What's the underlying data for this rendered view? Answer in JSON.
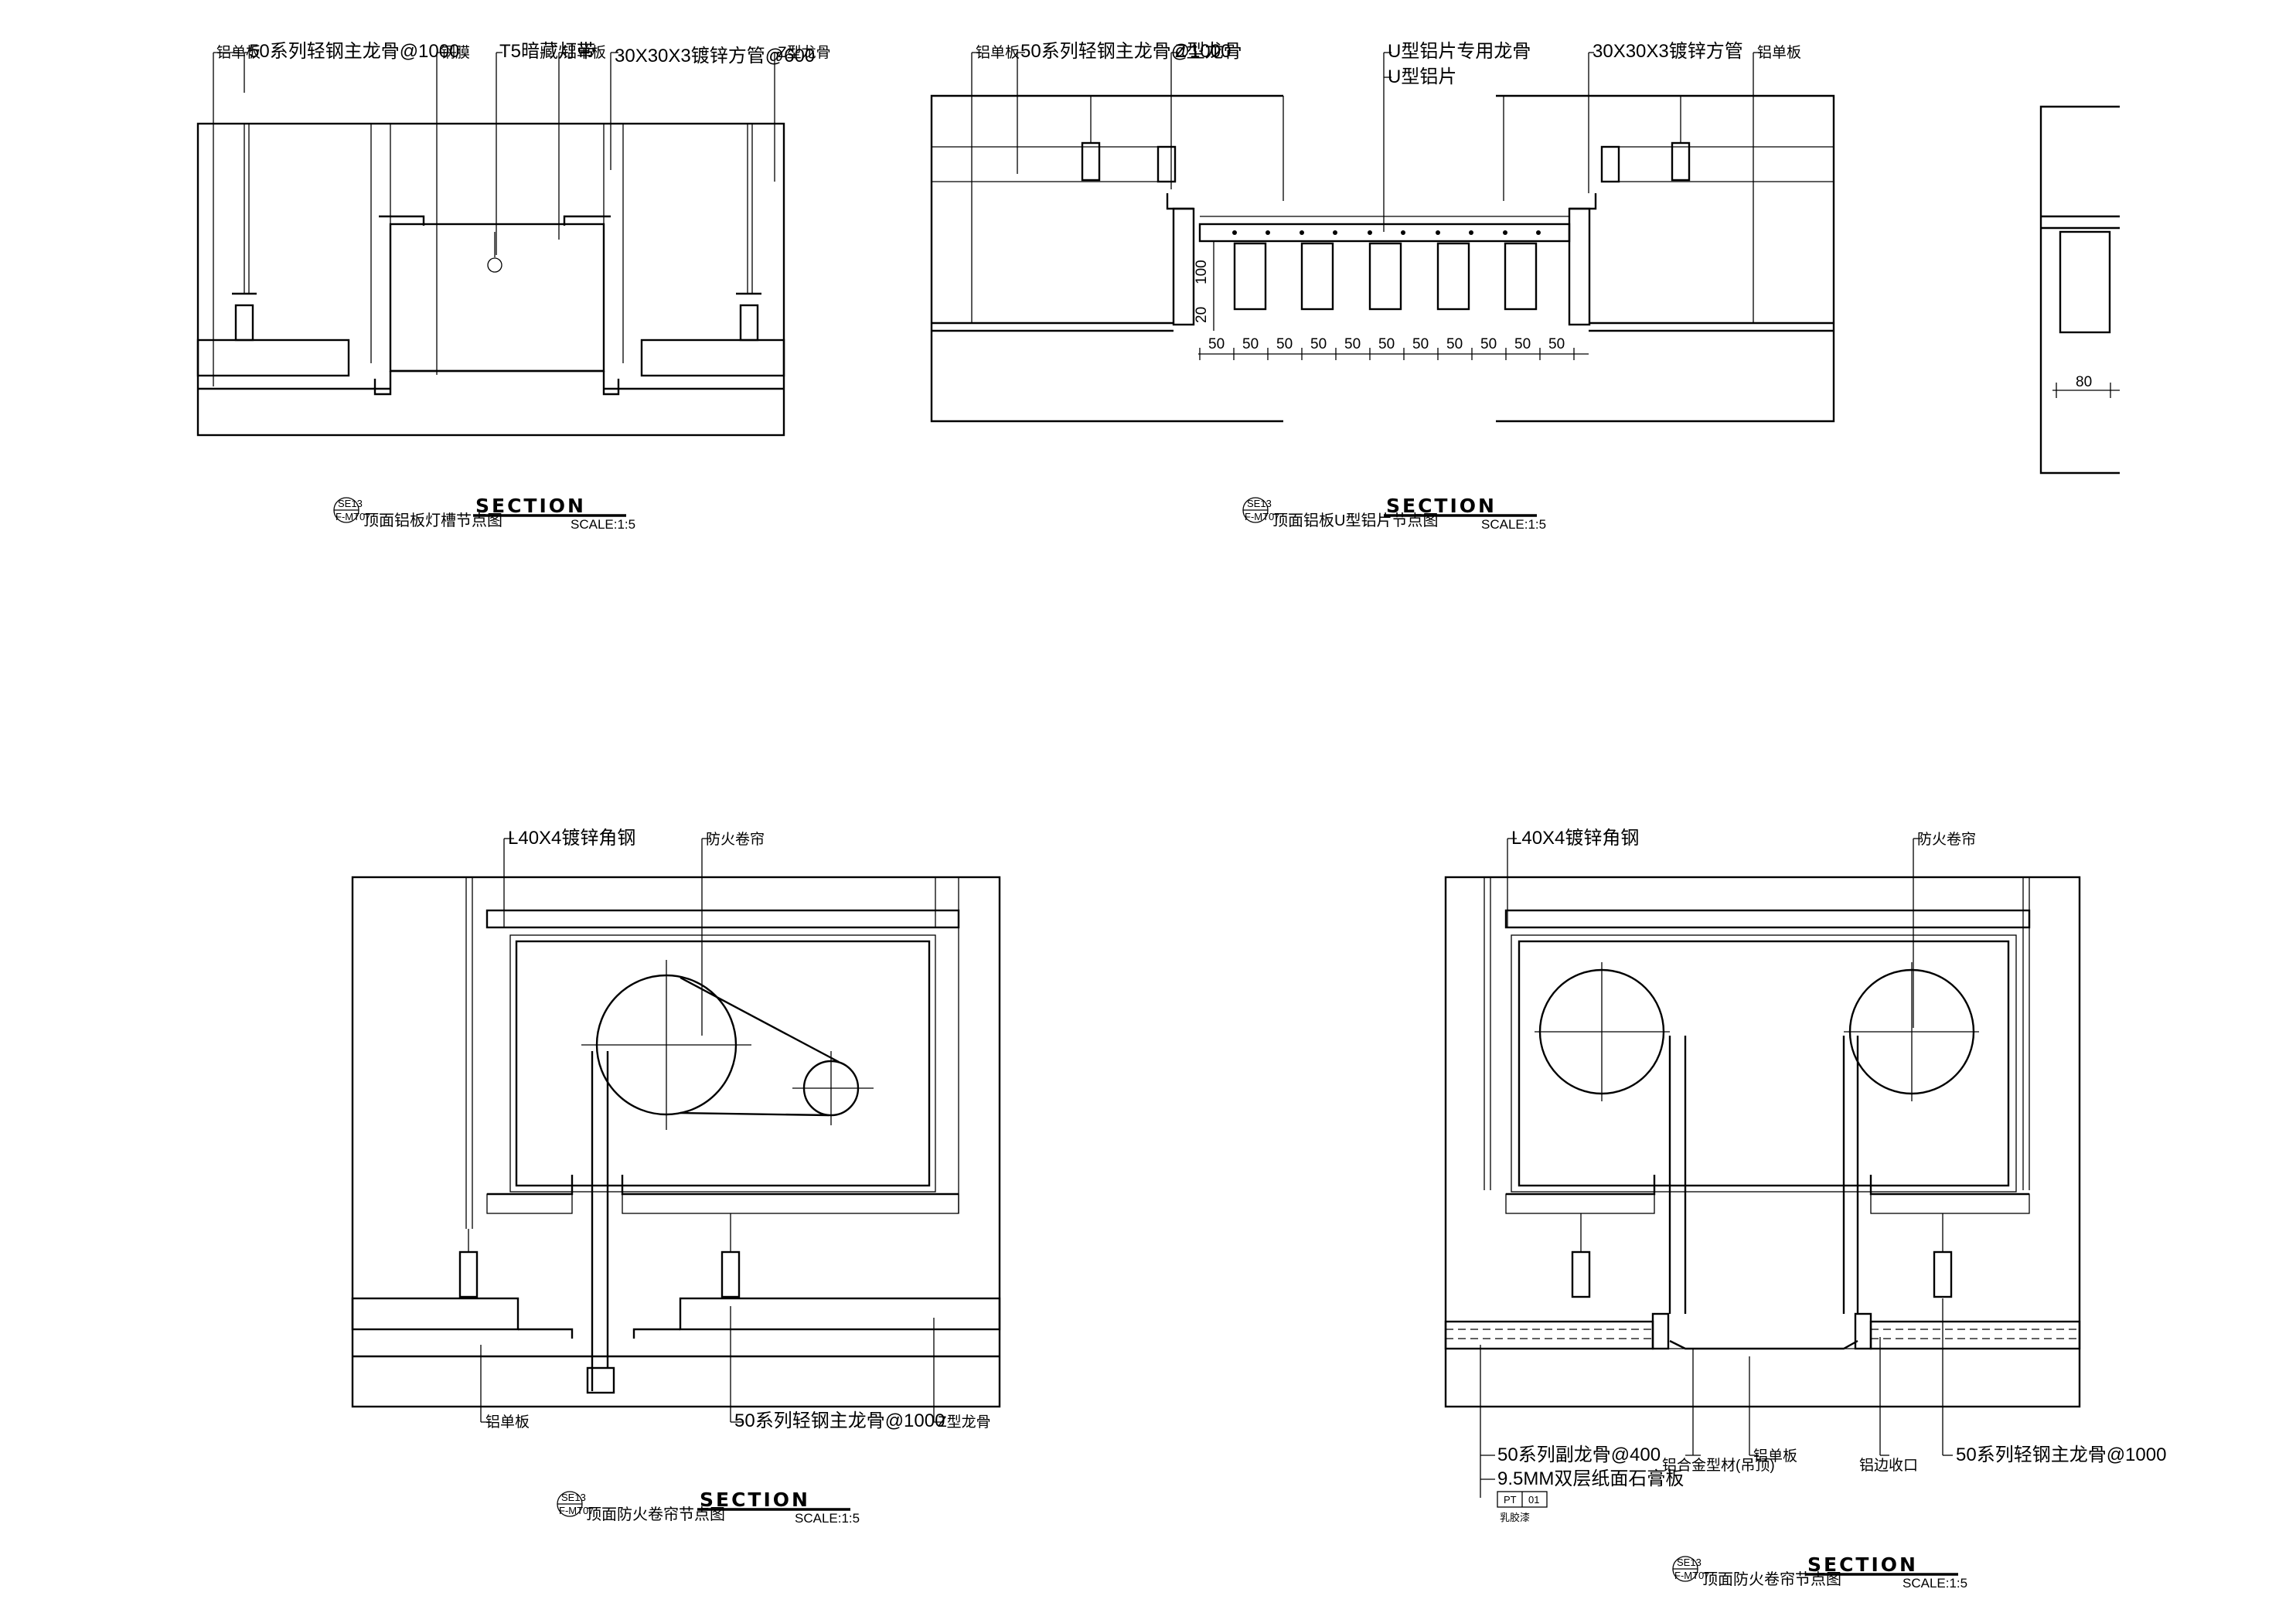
{
  "details": [
    {
      "labels": [
        "铝单板",
        "50系列轻钢主龙骨@1000",
        "钢膜",
        "T5暗藏灯带",
        "铝单板",
        "30X30X3镀锌方管@600",
        "Z型龙骨"
      ],
      "title": {
        "tag_top": "SE13",
        "tag_bottom": "F-MT07",
        "section": "SECTION",
        "name": "顶面铝板灯槽节点图",
        "scale": "SCALE:1:5"
      }
    },
    {
      "labels": [
        "铝单板",
        "50系列轻钢主龙骨@1000",
        "Z型龙骨",
        "U型铝片专用龙骨",
        "U型铝片",
        "30X30X3镀锌方管",
        "铝单板"
      ],
      "dims_vertical": [
        "100",
        "20"
      ],
      "dims_horizontal": [
        "50",
        "50",
        "50",
        "50",
        "50",
        "50",
        "50",
        "50",
        "50",
        "50",
        "50"
      ],
      "title": {
        "tag_top": "SE13",
        "tag_bottom": "F-MT07",
        "section": "SECTION",
        "name": "顶面铝板U型铝片节点图",
        "scale": "SCALE:1:5"
      }
    },
    {
      "dims": [
        "80"
      ]
    },
    {
      "labels": [
        "L40X4镀锌角钢",
        "防火卷帘",
        "铝单板",
        "50系列轻钢主龙骨@1000",
        "Z型龙骨"
      ],
      "title": {
        "tag_top": "SE13",
        "tag_bottom": "F-MT07",
        "section": "SECTION",
        "name": "顶面防火卷帘节点图",
        "scale": "SCALE:1:5"
      }
    },
    {
      "labels": [
        "L40X4镀锌角钢",
        "防火卷帘",
        "50系列副龙骨@400",
        "9.5MM双层纸面石膏板",
        "铝合金型材(吊顶)",
        "铝单板",
        "铝边收口",
        "50系列轻钢主龙骨@1000"
      ],
      "material_tag": {
        "code": "PT",
        "num": "01",
        "label": "乳胶漆"
      },
      "title": {
        "tag_top": "SE13",
        "tag_bottom": "F-MT07",
        "section": "SECTION",
        "name": "顶面防火卷帘节点图",
        "scale": "SCALE:1:5"
      }
    }
  ]
}
